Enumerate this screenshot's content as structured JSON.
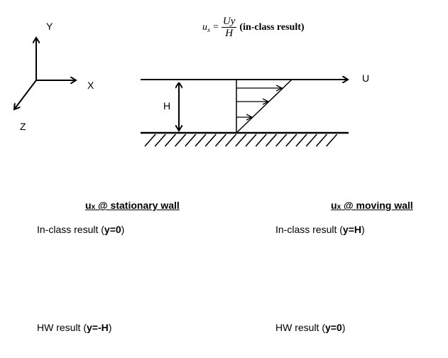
{
  "axes": {
    "y_label": "Y",
    "x_label": "X",
    "z_label": "Z"
  },
  "formula": {
    "lhs_var": "u",
    "lhs_sub": "x",
    "equals": "=",
    "numerator": "Uy",
    "denominator": "H",
    "note": "(in-class result)"
  },
  "diagram": {
    "velocity_label": "U",
    "height_label": "H"
  },
  "left_column": {
    "heading_var": "u",
    "heading_sub": "x",
    "heading_text": " @ stationary wall",
    "inclass_prefix": "In-class result (",
    "inclass_value": "y=0",
    "inclass_suffix": ")",
    "hw_prefix": "HW result (",
    "hw_value": "y=-H",
    "hw_suffix": ")"
  },
  "right_column": {
    "heading_var": "u",
    "heading_sub": "x",
    "heading_text": " @ moving wall",
    "inclass_prefix": "In-class result (",
    "inclass_value": "y=H",
    "inclass_suffix": ")",
    "hw_prefix": "HW result (",
    "hw_value": "y=0",
    "hw_suffix": ")"
  }
}
